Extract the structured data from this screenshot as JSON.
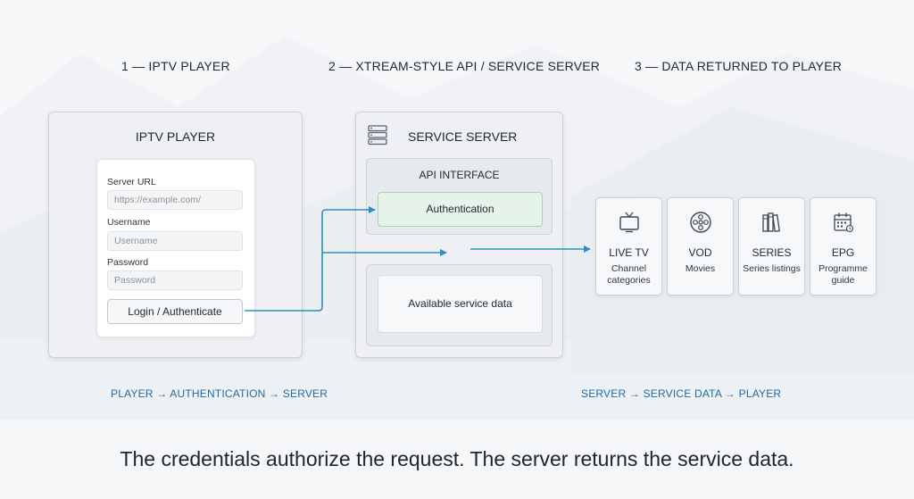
{
  "headings": {
    "step1": "1 — IPTV PLAYER",
    "step2": "2 — XTREAM-STYLE API / SERVICE SERVER",
    "step3": "3 — DATA RETURNED TO PLAYER"
  },
  "player": {
    "title": "IPTV PLAYER",
    "server_url_label": "Server URL",
    "server_url_placeholder": "https://example.com/",
    "username_label": "Username",
    "username_placeholder": "Username",
    "password_label": "Password",
    "password_placeholder": "Password",
    "login_button": "Login / Authenticate"
  },
  "server": {
    "title": "SERVICE SERVER",
    "api_title": "API INTERFACE",
    "auth_label": "Authentication",
    "data_label": "Available service data"
  },
  "outputs": [
    {
      "title": "LIVE TV",
      "subtitle": "Channel categories",
      "icon": "tv-icon"
    },
    {
      "title": "VOD",
      "subtitle": "Movies",
      "icon": "film-reel-icon"
    },
    {
      "title": "SERIES",
      "subtitle": "Series listings",
      "icon": "books-icon"
    },
    {
      "title": "EPG",
      "subtitle": "Programme guide",
      "icon": "calendar-icon"
    }
  ],
  "flows": {
    "left": "PLAYER → AUTHENTICATION → SERVER",
    "right": "SERVER → SERVICE DATA → PLAYER"
  },
  "caption": "The credentials authorize the request. The server returns the service data.",
  "colors": {
    "arrow": "#2a8fc4",
    "auth_fill": "#e5f3ea",
    "flow_label": "#1f6aa5"
  }
}
